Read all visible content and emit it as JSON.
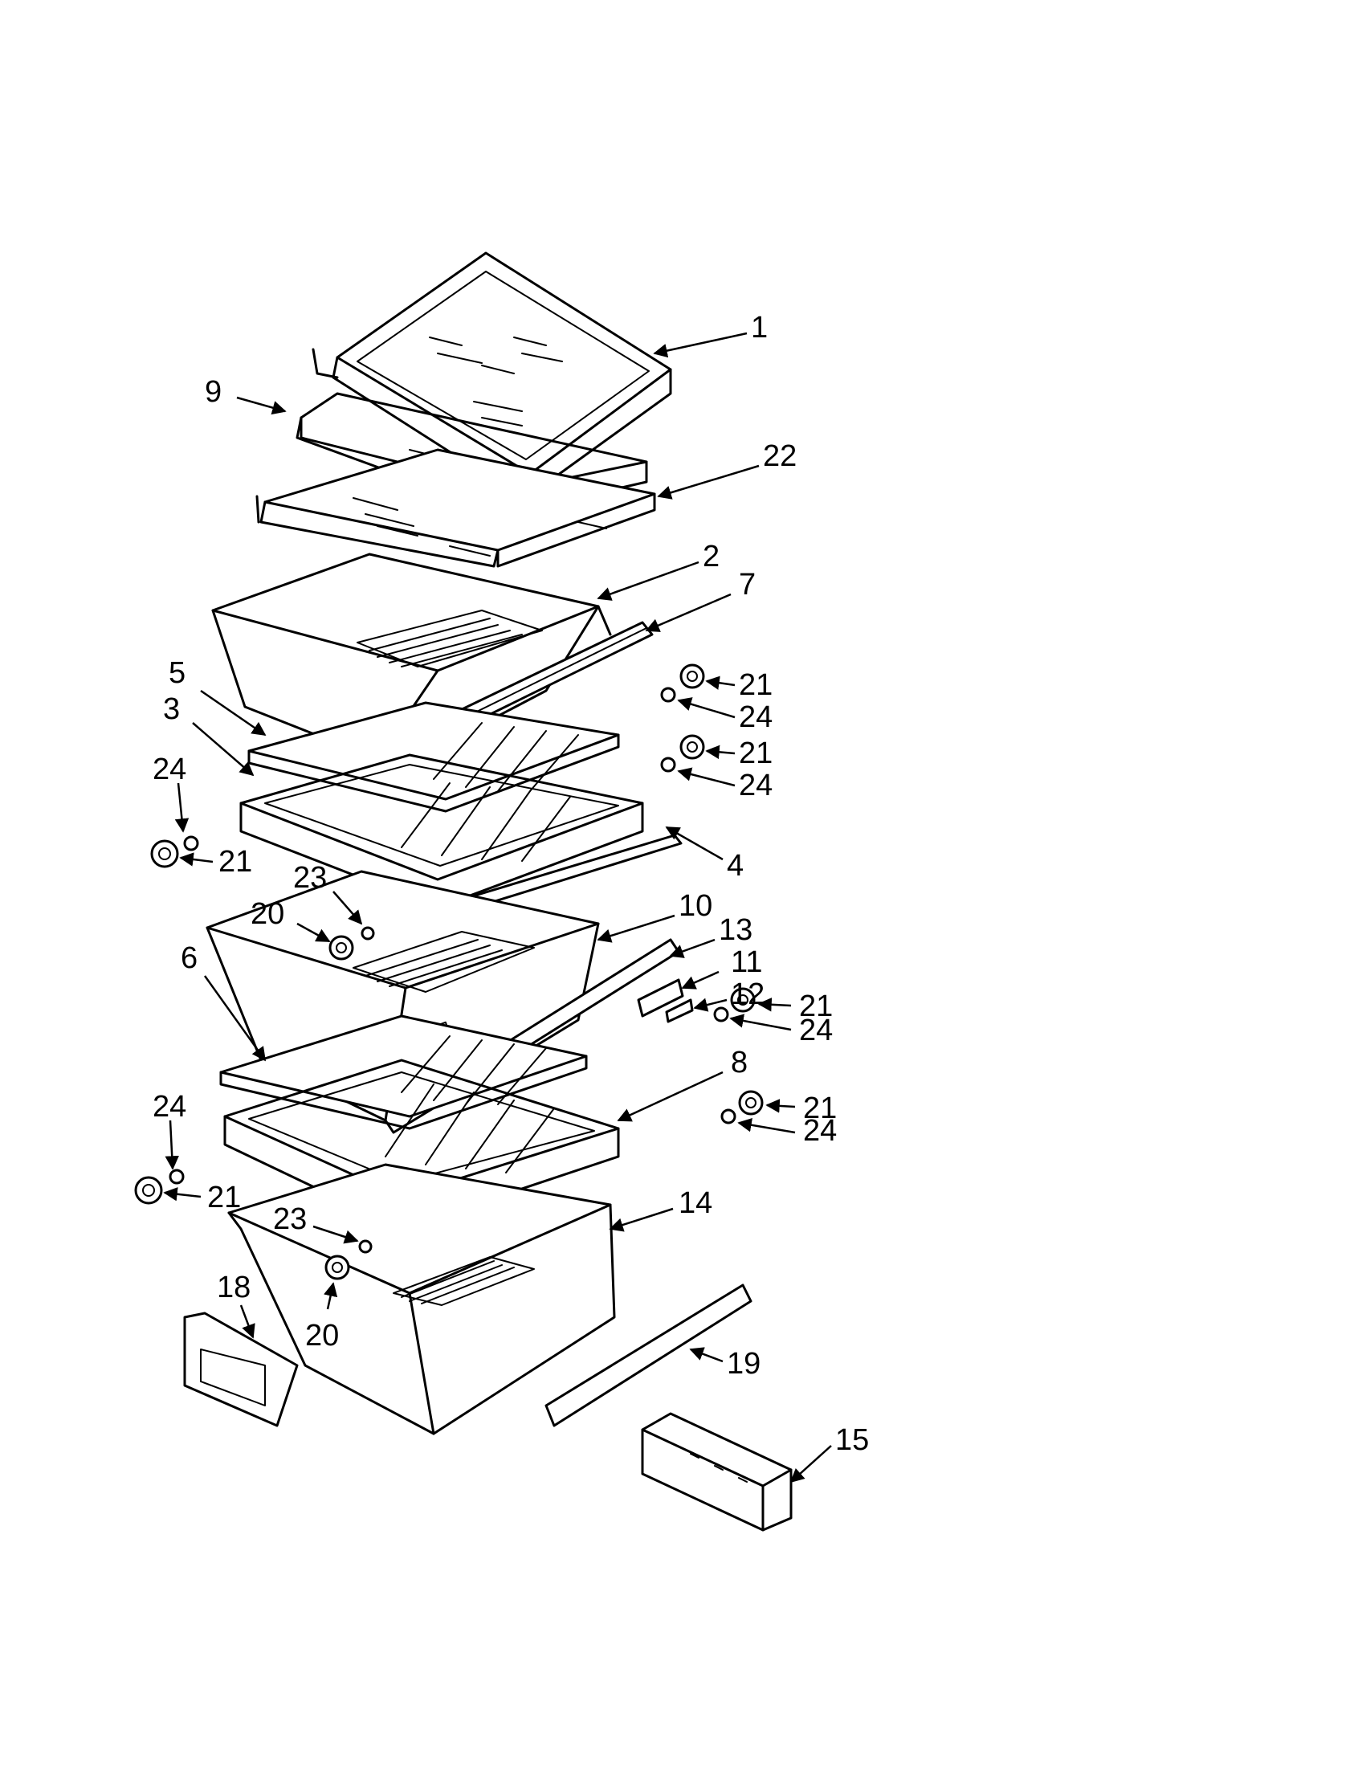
{
  "diagram": {
    "callouts": [
      "1",
      "9",
      "22",
      "2",
      "7",
      "21",
      "24",
      "5",
      "3",
      "24",
      "21",
      "24",
      "21",
      "4",
      "10",
      "13",
      "23",
      "20",
      "11",
      "12",
      "21",
      "24",
      "6",
      "8",
      "21",
      "24",
      "24",
      "21",
      "14",
      "23",
      "18",
      "20",
      "19",
      "15"
    ]
  },
  "colors": {
    "line": "#000000",
    "background": "#ffffff"
  }
}
